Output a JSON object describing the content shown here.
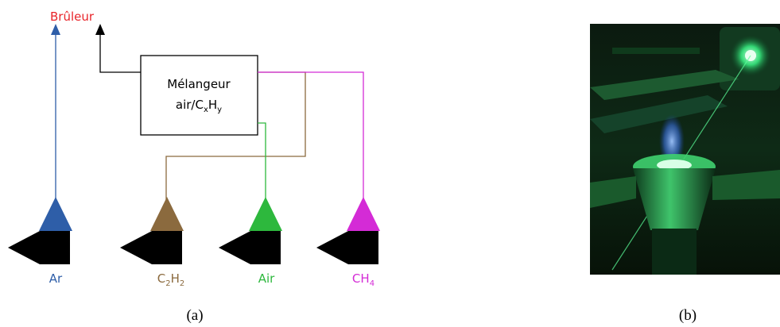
{
  "figure": {
    "panel_a": {
      "caption": "(a)",
      "burner_label": "Brûleur",
      "mixer": {
        "line1": "Mélangeur",
        "line2": {
          "base": "air/C",
          "s1": "x",
          "mid": "H",
          "s2": "y"
        }
      },
      "sources": [
        {
          "id": "ar",
          "main": "Ar",
          "color": "#2e5ea8"
        },
        {
          "id": "c2h2",
          "main": "C",
          "sub1": "2",
          "mid": "H",
          "sub2": "2",
          "color": "#8b6a3e"
        },
        {
          "id": "air",
          "main": "Air",
          "color": "#2db83d"
        },
        {
          "id": "ch4",
          "main": "CH",
          "sub1": "4",
          "color": "#d42bd6"
        }
      ]
    },
    "panel_b": {
      "caption": "(b)",
      "photo": "burner-flame-laser-photo"
    },
    "colors": {
      "burner_label": "#e8242a",
      "line_black": "#000000",
      "ar": "#2e5ea8",
      "c2h2": "#8b6a3e",
      "air": "#2db83d",
      "ch4": "#d42bd6"
    }
  }
}
